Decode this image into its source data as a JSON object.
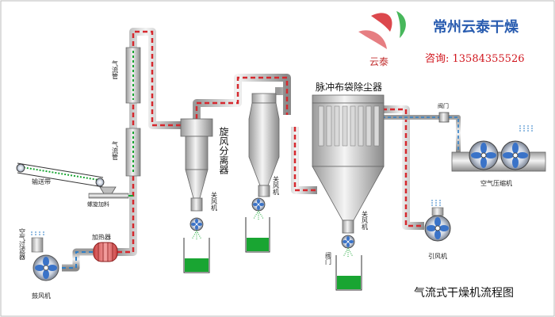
{
  "company": {
    "name": "常州云泰干燥",
    "consult": "咨询: 13584355526",
    "logo_text": "云泰"
  },
  "diagram_title": "气流式干燥机流程图",
  "labels": {
    "blower": "鼓风机",
    "air_filter": "空气过滤器",
    "heater": "加热器",
    "conveyor": "输送带",
    "feeder": "螺旋加料",
    "air_duct_top": "气流管",
    "air_duct_mid": "气流管",
    "cyclone": "旋风分离器",
    "airlock_1": "关风机",
    "airlock_2": "关风机",
    "airlock_3": "关风机",
    "bag_filter": "脉冲布袋除尘器",
    "valve_bottom": "阀门",
    "valve_top": "阀门",
    "induced_fan": "引风机",
    "air_compressor": "空气压缩机"
  },
  "colors": {
    "pipe_hot": "#d6282e",
    "pipe_air": "#2f7fc7",
    "product": "#19a532",
    "equipment": "#d8d8d8",
    "fan_blue": "#3a73c8"
  }
}
